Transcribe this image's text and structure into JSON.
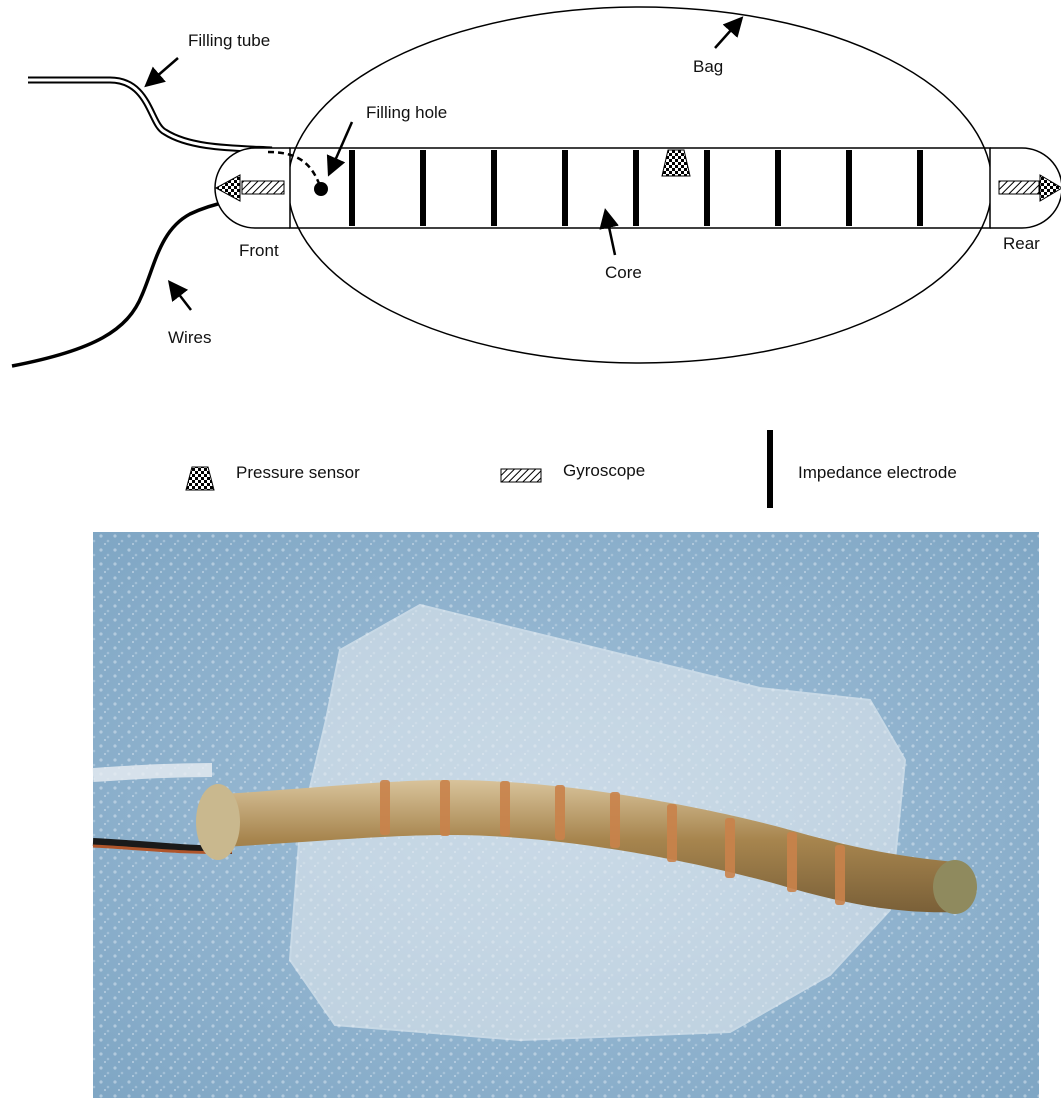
{
  "diagram": {
    "labels": {
      "filling_tube": "Filling tube",
      "bag": "Bag",
      "filling_hole": "Filling hole",
      "front": "Front",
      "rear": "Rear",
      "core": "Core",
      "wires": "Wires"
    },
    "electrode_count": 9
  },
  "legend": {
    "pressure_sensor": "Pressure sensor",
    "gyroscope": "Gyroscope",
    "impedance_electrode": "Impedance electrode"
  },
  "photo": {
    "background_color": "#8fb3cf",
    "core_color": "#b08a52",
    "electrode_color": "#c9824a",
    "bag_color": "#e9eef2",
    "wire_color": "#b0552a"
  }
}
